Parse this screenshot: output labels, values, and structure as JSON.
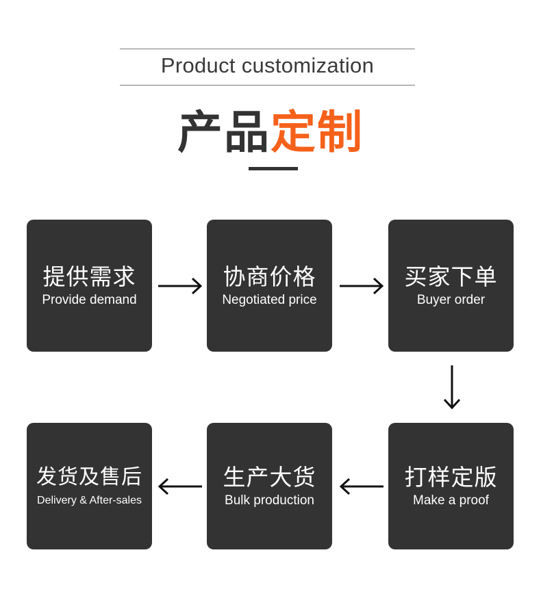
{
  "header": {
    "subtitle": "Product customization",
    "title_part1": "产品",
    "title_part2": "定制",
    "accent_color": "#f5611b",
    "text_color": "#333333"
  },
  "steps": [
    {
      "cn": "提供需求",
      "en": "Provide demand"
    },
    {
      "cn": "协商价格",
      "en": "Negotiated price"
    },
    {
      "cn": "买家下单",
      "en": "Buyer order"
    },
    {
      "cn": "打样定版",
      "en": "Make a proof"
    },
    {
      "cn": "生产大货",
      "en": "Bulk production"
    },
    {
      "cn": "发货及售后",
      "en": "Delivery & After-sales"
    }
  ],
  "arrows": [
    {
      "from": "提供需求",
      "to": "协商价格",
      "direction": "right",
      "icon": "arrow-right-icon"
    },
    {
      "from": "协商价格",
      "to": "买家下单",
      "direction": "right",
      "icon": "arrow-right-icon"
    },
    {
      "from": "买家下单",
      "to": "打样定版",
      "direction": "down",
      "icon": "arrow-down-icon"
    },
    {
      "from": "打样定版",
      "to": "生产大货",
      "direction": "left",
      "icon": "arrow-left-icon"
    },
    {
      "from": "生产大货",
      "to": "发货及售后",
      "direction": "left",
      "icon": "arrow-left-icon"
    }
  ]
}
